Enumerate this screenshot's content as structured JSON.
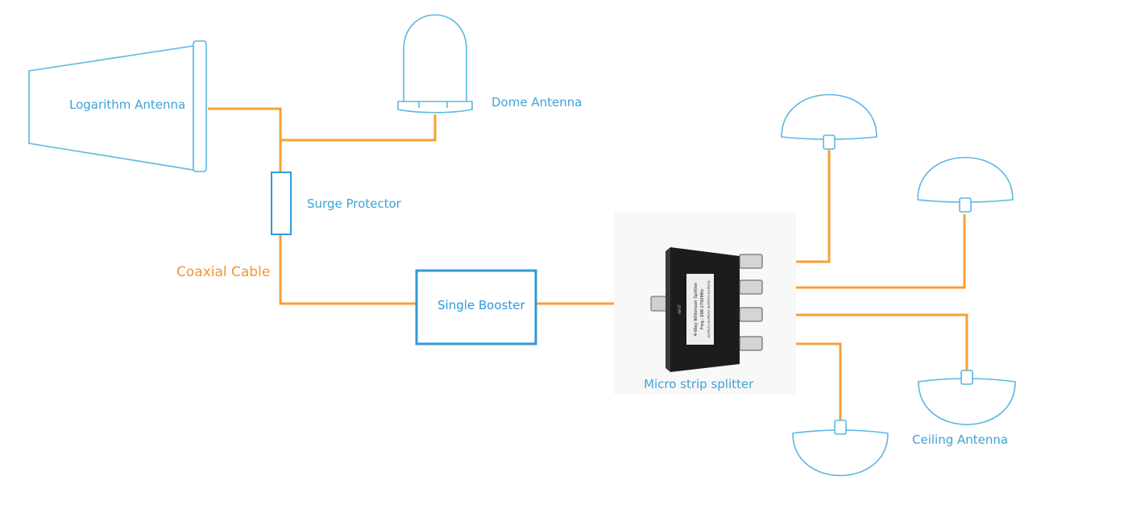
{
  "colors": {
    "line_blue": "#5bb7e3",
    "cable_orange": "#f7a035",
    "label_blue": "#3ea3d6",
    "label_orange": "#f0962e",
    "splitter_body": "#1c1c1c"
  },
  "labels": {
    "logarithm_antenna": "Logarithm Antenna",
    "dome_antenna": "Dome Antenna",
    "surge_protector": "Surge Protector",
    "coaxial_cable": "Coaxial Cable",
    "single_booster": "Single Booster",
    "micro_strip_splitter": "Micro strip splitter",
    "ceiling_antenna": "Ceiling Antenna"
  },
  "splitter_label": {
    "name": "4-Way Wilkinson Splitter",
    "freq": "Freq.: 698-2700MHz",
    "input": "INPUT",
    "outputs": "OUTPUT1 OUTPUT2 OUTPUT3 OUTPUT4"
  }
}
